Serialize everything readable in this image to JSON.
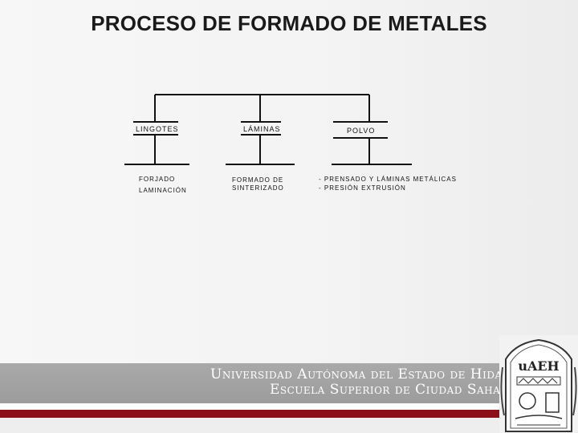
{
  "title": "PROCESO DE FORMADO DE METALES",
  "branches": [
    {
      "label": "LINGOTES",
      "items": [
        "FORJADO",
        "LAMINACIÓN"
      ]
    },
    {
      "label": "LÁMINAS",
      "items": [
        "FORMADO DE",
        "SINTERIZADO"
      ]
    },
    {
      "label": "POLVO",
      "items": [
        "- PRENSADO Y LÁMINAS METÁLICAS",
        "- PRESIÓN EXTRUSIÓN"
      ]
    }
  ],
  "footer": {
    "university": "Universidad Autónoma del Estado de Hidalgo",
    "school": "Escuela Superior de Ciudad Sahagún",
    "seal_text": "uAEH"
  },
  "colors": {
    "footer_gray": "#a3a3a3",
    "footer_red": "#8b0e19",
    "line": "#111111"
  }
}
